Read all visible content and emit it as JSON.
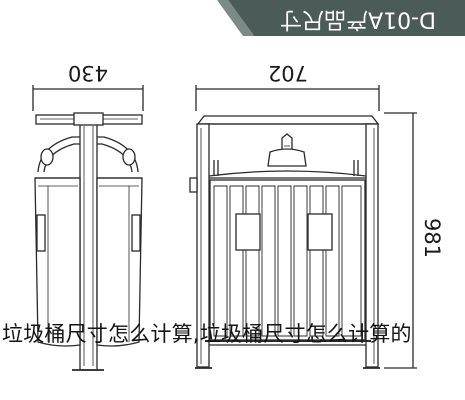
{
  "header": {
    "product_code": "D-01A产品尺寸",
    "banner_color": "#4b5b58"
  },
  "dimensions": {
    "side_width": "430",
    "front_width": "702",
    "height": "981"
  },
  "caption": "垃圾桶尺寸怎么计算,垃圾桶尺寸怎么计算的"
}
